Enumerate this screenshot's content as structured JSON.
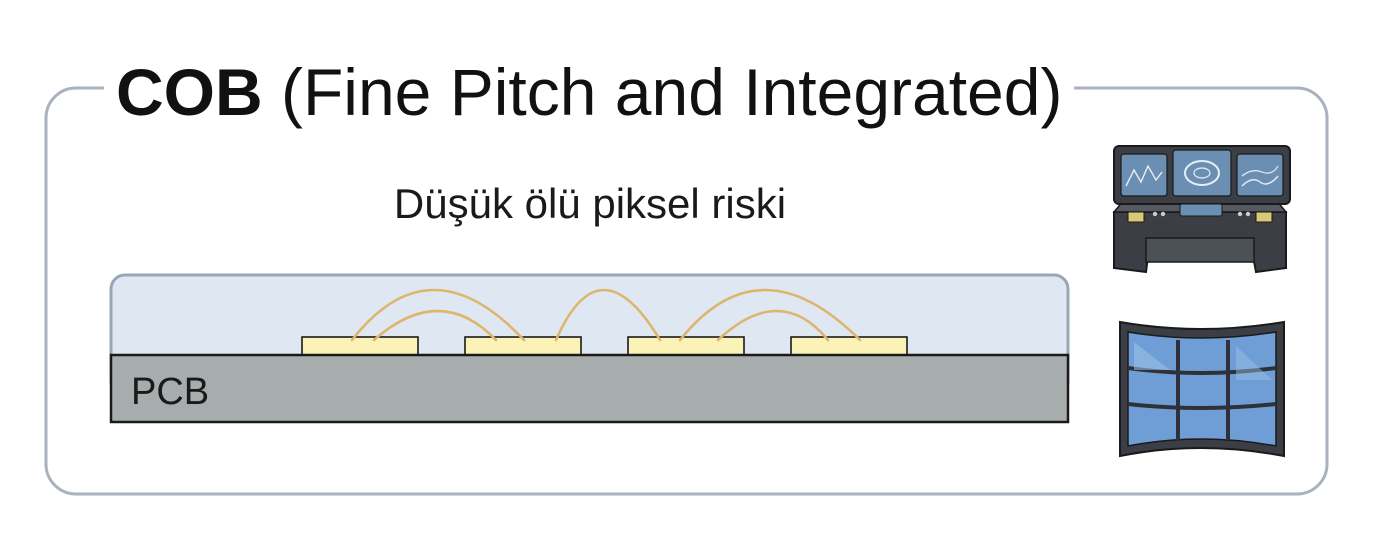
{
  "title": {
    "bold": "COB",
    "rest": " (Fine Pitch and Integrated)"
  },
  "subtitle": "Düşük ölü piksel riski",
  "diagram": {
    "substrate_label": "PCB",
    "chip_count": 4
  },
  "icons": [
    "control-room-console-icon",
    "curved-video-wall-icon"
  ],
  "colors": {
    "frame_border": "#a9b2be",
    "encapsulation_fill": "#dfe8f2",
    "encapsulation_border": "#98a6b6",
    "pcb_fill": "#a7adad",
    "chip_fill": "#fbf2b8",
    "wire": "#ddb56d",
    "console_dark": "#3b3f45",
    "screen_blue": "#6f9ed6"
  }
}
